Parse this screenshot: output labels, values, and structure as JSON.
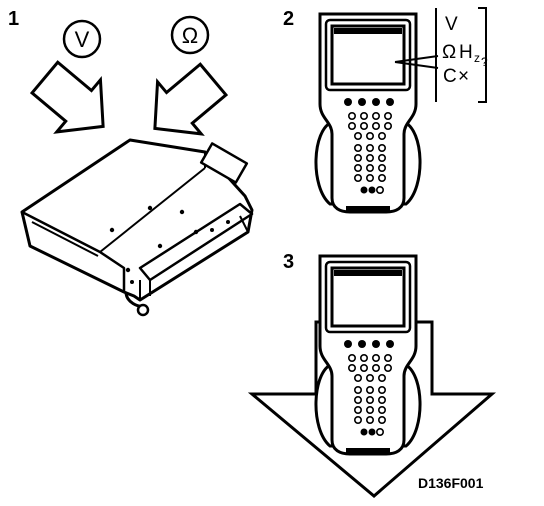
{
  "step_numbers": [
    "1",
    "2",
    "3"
  ],
  "meter_symbols": {
    "voltage": "V",
    "ohm": "Ω"
  },
  "screen_labels": {
    "v": "V",
    "ohm": "Ω",
    "h": "H",
    "z": "z",
    "q": "?",
    "c": "C",
    "x": "×"
  },
  "figure_code": "D136F001"
}
